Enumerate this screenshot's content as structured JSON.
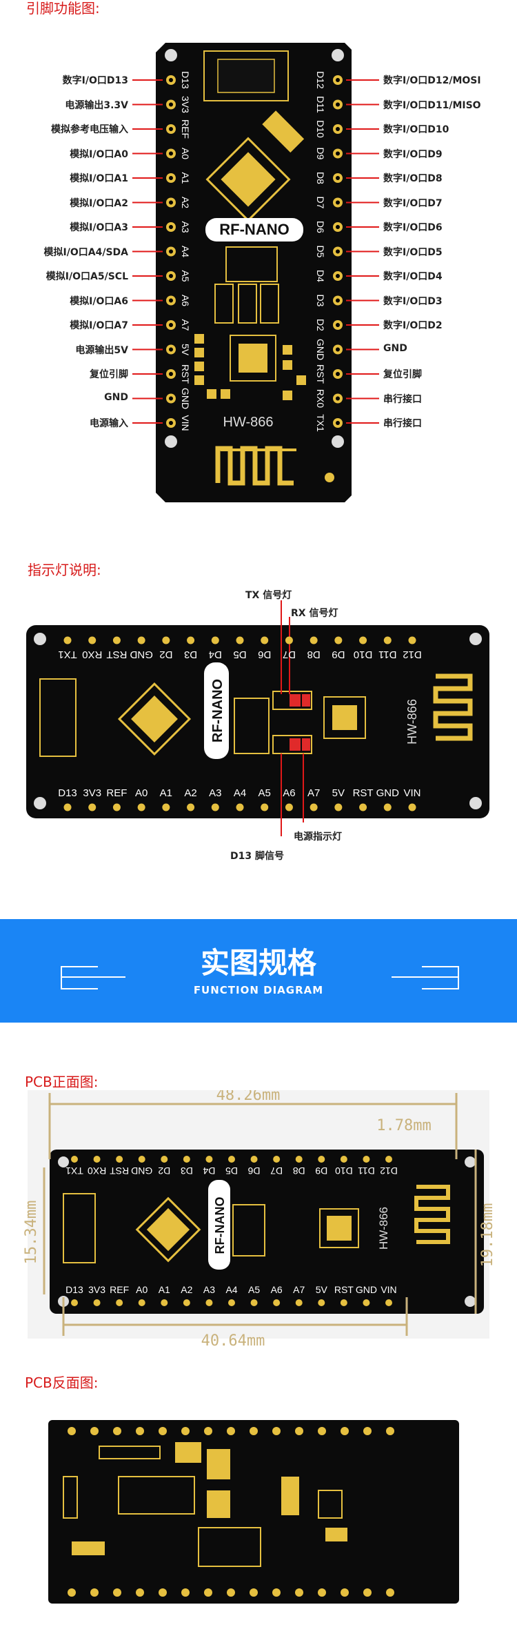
{
  "sections": {
    "pin_function": "引脚功能图:",
    "indicator": "指示灯说明:",
    "pcb_front": "PCB正面图:",
    "pcb_back": "PCB反面图:"
  },
  "banner": {
    "title": "实图规格",
    "subtitle": "FUNCTION DIAGRAM"
  },
  "board": {
    "brand": "RF-NANO",
    "model": "HW-866"
  },
  "pins_left": [
    {
      "pin": "D13",
      "desc": "数字I/O口D13"
    },
    {
      "pin": "3V3",
      "desc": "电源输出3.3V"
    },
    {
      "pin": "REF",
      "desc": "模拟参考电压输入"
    },
    {
      "pin": "A0",
      "desc": "模拟I/O口A0"
    },
    {
      "pin": "A1",
      "desc": "模拟I/O口A1"
    },
    {
      "pin": "A2",
      "desc": "模拟I/O口A2"
    },
    {
      "pin": "A3",
      "desc": "模拟I/O口A3"
    },
    {
      "pin": "A4",
      "desc": "模拟I/O口A4/SDA"
    },
    {
      "pin": "A5",
      "desc": "模拟I/O口A5/SCL"
    },
    {
      "pin": "A6",
      "desc": "模拟I/O口A6"
    },
    {
      "pin": "A7",
      "desc": "模拟I/O口A7"
    },
    {
      "pin": "5V",
      "desc": "电源输出5V"
    },
    {
      "pin": "RST",
      "desc": "复位引脚"
    },
    {
      "pin": "GND",
      "desc": "GND"
    },
    {
      "pin": "VIN",
      "desc": "电源输入"
    }
  ],
  "pins_right": [
    {
      "pin": "D12",
      "desc": "数字I/O口D12/MOSI"
    },
    {
      "pin": "D11",
      "desc": "数字I/O口D11/MISO"
    },
    {
      "pin": "D10",
      "desc": "数字I/O口D10"
    },
    {
      "pin": "D9",
      "desc": "数字I/O口D9"
    },
    {
      "pin": "D8",
      "desc": "数字I/O口D8"
    },
    {
      "pin": "D7",
      "desc": "数字I/O口D7"
    },
    {
      "pin": "D6",
      "desc": "数字I/O口D6"
    },
    {
      "pin": "D5",
      "desc": "数字I/O口D5"
    },
    {
      "pin": "D4",
      "desc": "数字I/O口D4"
    },
    {
      "pin": "D3",
      "desc": "数字I/O口D3"
    },
    {
      "pin": "D2",
      "desc": "数字I/O口D2"
    },
    {
      "pin": "GND",
      "desc": "GND"
    },
    {
      "pin": "RST",
      "desc": "复位引脚"
    },
    {
      "pin": "RX0",
      "desc": "串行接口"
    },
    {
      "pin": "TX1",
      "desc": "串行接口"
    }
  ],
  "indicators": {
    "tx": "TX 信号灯",
    "rx": "RX 信号灯",
    "power": "电源指示灯",
    "d13": "D13 脚信号"
  },
  "dimensions": {
    "length": "48.26mm",
    "width": "19.18mm",
    "pitch": "1.78mm",
    "height": "15.34mm",
    "span": "40.64mm"
  },
  "top_row_pins": [
    "D12",
    "D11",
    "D10",
    "D9",
    "D8",
    "D7",
    "D6",
    "D5",
    "D4",
    "D3",
    "D2",
    "GND",
    "RST",
    "RX0",
    "TX1"
  ],
  "bottom_row_pins": [
    "D13",
    "3V3",
    "REF",
    "A0",
    "A1",
    "A2",
    "A3",
    "A4",
    "A5",
    "A6",
    "A7",
    "5V",
    "RST",
    "GND",
    "VIN"
  ]
}
